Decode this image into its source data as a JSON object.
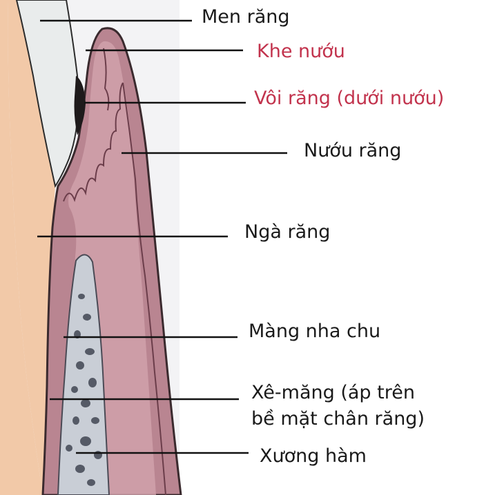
{
  "labels": {
    "enamel": "Men răng",
    "gingival_sulcus": "Khe nướu",
    "subgingival_calculus": "Vôi răng (dưới nướu)",
    "gum": "Nướu răng",
    "dentin": "Ngà răng",
    "periodontal_ligament": "Màng nha chu",
    "cementum_line1": "Xê-măng (áp trên",
    "cementum_line2": "bề mặt chân răng)",
    "jaw_bone": "Xương hàm"
  },
  "colors": {
    "highlight_label": "#c2334d",
    "normal_label": "#1a1a1a",
    "gum": "#b98591",
    "gum_outer": "#a86f7e",
    "dentin": "#f2c9a8",
    "enamel": "#e9ecec",
    "bone": "#c9ced6",
    "background": "#f3f3f5"
  }
}
